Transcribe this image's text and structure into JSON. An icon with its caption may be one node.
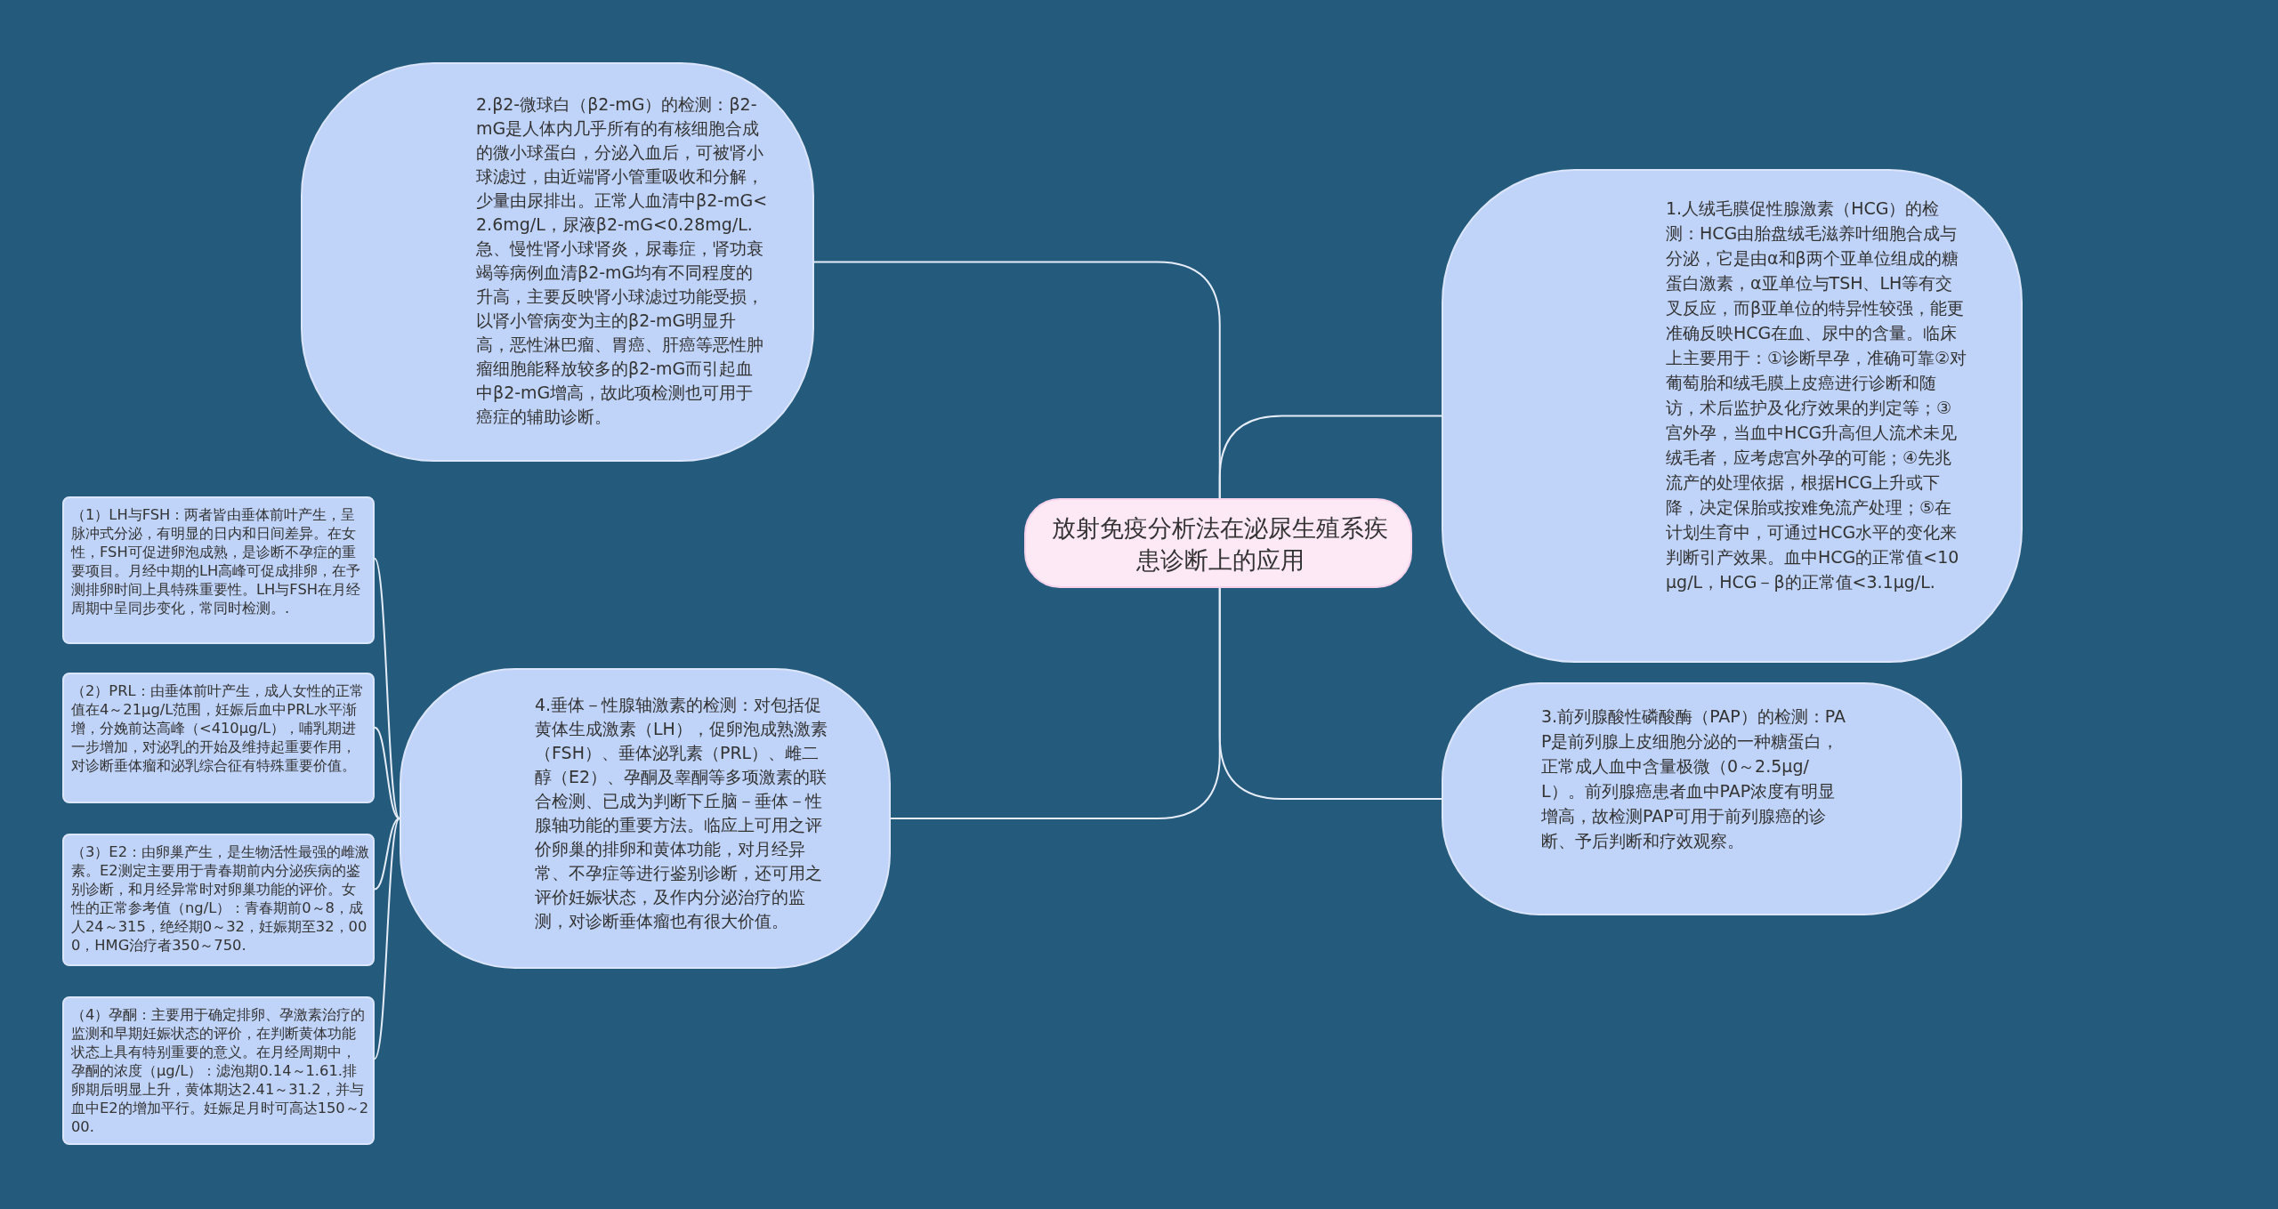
{
  "diagram": {
    "nodes": [
      {
        "text": [
          "放射免疫分析法在泌尿生殖系疾患诊断上的应用"
        ]
      },
      {
        "text": [
          "1.人绒毛膜促性腺激素（HCG）的检测：HCG由胎盘绒毛滋养叶细胞合成与分泌，它是由α和β两个亚单位组成的糖蛋白激素，α亚单位与TSH、LH等有交叉反应，而β亚单位的特异性较强，能更准确反映HCG在血、尿中的含量。临床上主要用于：①诊断早孕，准确可靠②对葡萄胎和绒毛膜上皮癌进行诊断和随访，术后监护及化疗效果的判定等；③宫外孕，当血中HCG升高但人流术未见绒毛者，应考虑宫外孕的可能；④先兆流产的处理依据，根据HCG上升或下降，决定保胎或按难免流产处理；⑤在计划生育中，可通过HCG水平的变化来判断引产效果。血中HCG的正常值<10μg/L，HCG－β的正常值<3.1μg/L."
        ]
      },
      {
        "text": [
          "2.β2-微球白（β2-mG）的检测：β2-mG是人体内几乎所有的有核细胞合成的微小球蛋白，分泌入血后，可被肾小球滤过，由近端肾小管重吸收和分解，少量由尿排出。正常人血清中β2-mG<2.6mg/L，尿液β2-mG<0.28mg/L.急、慢性肾小球肾炎，尿毒症，肾功衰竭等病例血清β2-mG均有不同程度的升高，主要反映肾小球滤过功能受损，以肾小管病变为主的β2-mG明显升高，恶性淋巴瘤、胃癌、肝癌等恶性肿瘤细胞能释放较多的β2-mG而引起血中β2-mG增高，故此项检测也可用于癌症的辅助诊断。"
        ]
      },
      {
        "text": [
          "3.前列腺酸性磷酸酶（PAP）的检测：PAP是前列腺上皮细胞分泌的一种糖蛋白，正常成人血中含量极微（0～2.5μg/L）。前列腺癌患者血中PAP浓度有明显增高，故检测PAP可用于前列腺癌的诊断、予后判断和疗效观察。"
        ]
      },
      {
        "text": [
          "4.垂体－性腺轴激素的检测：对包括促黄体生成激素（LH），促卵泡成熟激素（FSH）、垂体泌乳素（PRL）、雌二醇（E2）、孕酮及睾酮等多项激素的联合检测、已成为判断下丘脑－垂体－性腺轴功能的重要方法。临应上可用之评价卵巢的排卵和黄体功能，对月经异常、不孕症等进行鉴别诊断，还可用之评价妊娠状态，及作内分泌治疗的监测，对诊断垂体瘤也有很大价值。"
        ]
      },
      {
        "text": [
          "（1）LH与FSH：两者皆由垂体前叶产生，呈脉冲式分泌，有明显的日内和日间差异。在女性，FSH可促进卵泡成熟，是诊断不孕症的重要项目。月经中期的LH高峰可促成排卵，在予测排卵时间上具特殊重要性。LH与FSH在月经周期中呈同步变化，常同时检测。."
        ]
      },
      {
        "text": [
          "（2）PRL：由垂体前叶产生，成人女性的正常值在4～21μg/L范围，妊娠后血中PRL水平渐增，分娩前达高峰（<410μg/L），哺乳期进一步增加，对泌乳的开始及维持起重要作用，对诊断垂体瘤和泌乳综合征有特殊重要价值。"
        ]
      },
      {
        "text": [
          "（3）E2：由卵巢产生，是生物活性最强的雌激素。E2测定主要用于青春期前内分泌疾病的鉴别诊断，和月经异常时对卵巢功能的评价。女性的正常参考值（ng/L）：青春期前0～8，成人24～315，绝经期0～32，妊娠期至32，000，HMG治疗者350～750."
        ]
      },
      {
        "text": [
          "（4）孕酮：主要用于确定排卵、孕激素治疗的监测和早期妊娠状态的评价，在判断黄体功能状态上具有特别重要的意义。在月经周期中，孕酮的浓度（μg/L）：滤泡期0.14～1.61.排卵期后明显上升，黄体期达2.41～31.2，并与血中E2的增加平行。妊娠足月时可高达150～200."
        ]
      }
    ],
    "edges": [
      {
        "from": 0,
        "to": 1,
        "arrow": "none"
      },
      {
        "from": 0,
        "to": 2,
        "arrow": "none"
      },
      {
        "from": 0,
        "to": 3,
        "arrow": "none"
      },
      {
        "from": 0,
        "to": 4,
        "arrow": "none"
      },
      {
        "from": 4,
        "to": 5,
        "arrow": "none"
      },
      {
        "from": 4,
        "to": 6,
        "arrow": "none"
      },
      {
        "from": 4,
        "to": 7,
        "arrow": "none"
      },
      {
        "from": 4,
        "to": 8,
        "arrow": "none"
      }
    ]
  }
}
